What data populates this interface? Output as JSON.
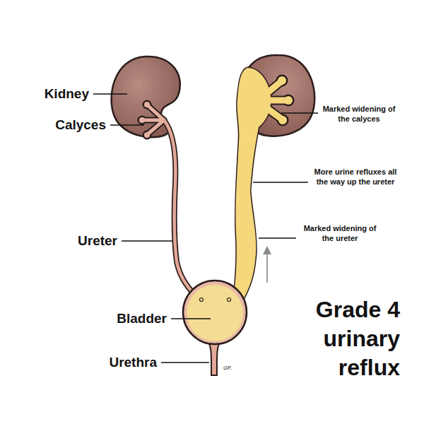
{
  "diagram": {
    "title": "Grade 4 urinary reflux",
    "labels": [
      "Kidney",
      "Calyces",
      "Ureter",
      "Bladder",
      "Urethra",
      "Marked widening of the calyces",
      "More urine refluxes all the way up the ureter",
      "Marked widening of the ureter",
      "GF."
    ]
  }
}
